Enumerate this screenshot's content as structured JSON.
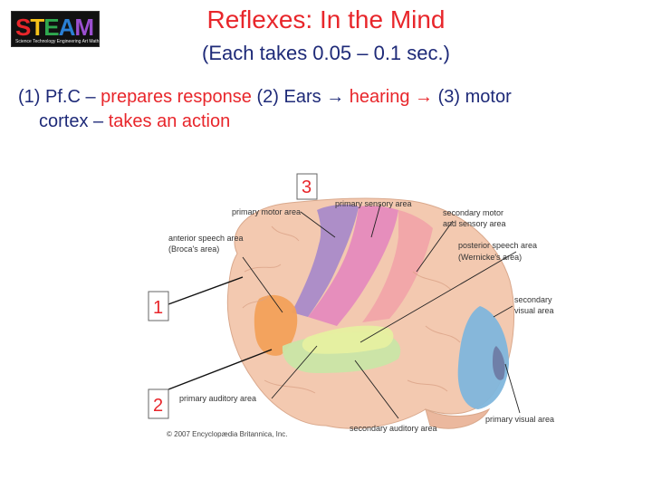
{
  "logo": {
    "text": "STEAM",
    "tagline": "Science Technology Engineering Art Math"
  },
  "title": "Reflexes: In the Mind",
  "subtitle": "(Each takes 0.05 – 0.1 sec.)",
  "body": {
    "p1_num": "(1)",
    "p1_label": "Pf.C –",
    "p1_text": "prepares response",
    "p2_num": "(2)",
    "p2_label": "Ears →",
    "p2_text": "hearing →",
    "p3_num": "(3)",
    "p3_label": "motor",
    "p3_label2": "cortex –",
    "p3_text": "takes an action"
  },
  "figure": {
    "labels": {
      "primary_motor": "primary motor area",
      "primary_sensory": "primary sensory area",
      "secondary_motor_1": "secondary motor",
      "secondary_motor_2": "and sensory area",
      "anterior_1": "anterior speech area",
      "anterior_2": "(Broca's area)",
      "posterior_1": "posterior speech area",
      "posterior_2": "(Wernicke's area)",
      "secondary_visual_1": "secondary",
      "secondary_visual_2": "visual area",
      "primary_auditory": "primary auditory area",
      "secondary_auditory": "secondary auditory area",
      "primary_visual": "primary visual area",
      "copyright": "© 2007 Encyclopædia Britannica, Inc."
    },
    "markers": {
      "m1": "1",
      "m2": "2",
      "m3": "3"
    },
    "colors": {
      "brain": "#f3c9b0",
      "motor": "#a98bc9",
      "sensory": "#e58bbd",
      "secondary_motor": "#f2a3a8",
      "broca": "#f2a15a",
      "auditory_primary": "#e6f0a0",
      "auditory_secondary": "#c9e6a6",
      "visual": "#7fb6dc",
      "visual_dark": "#6f7fa8"
    }
  }
}
